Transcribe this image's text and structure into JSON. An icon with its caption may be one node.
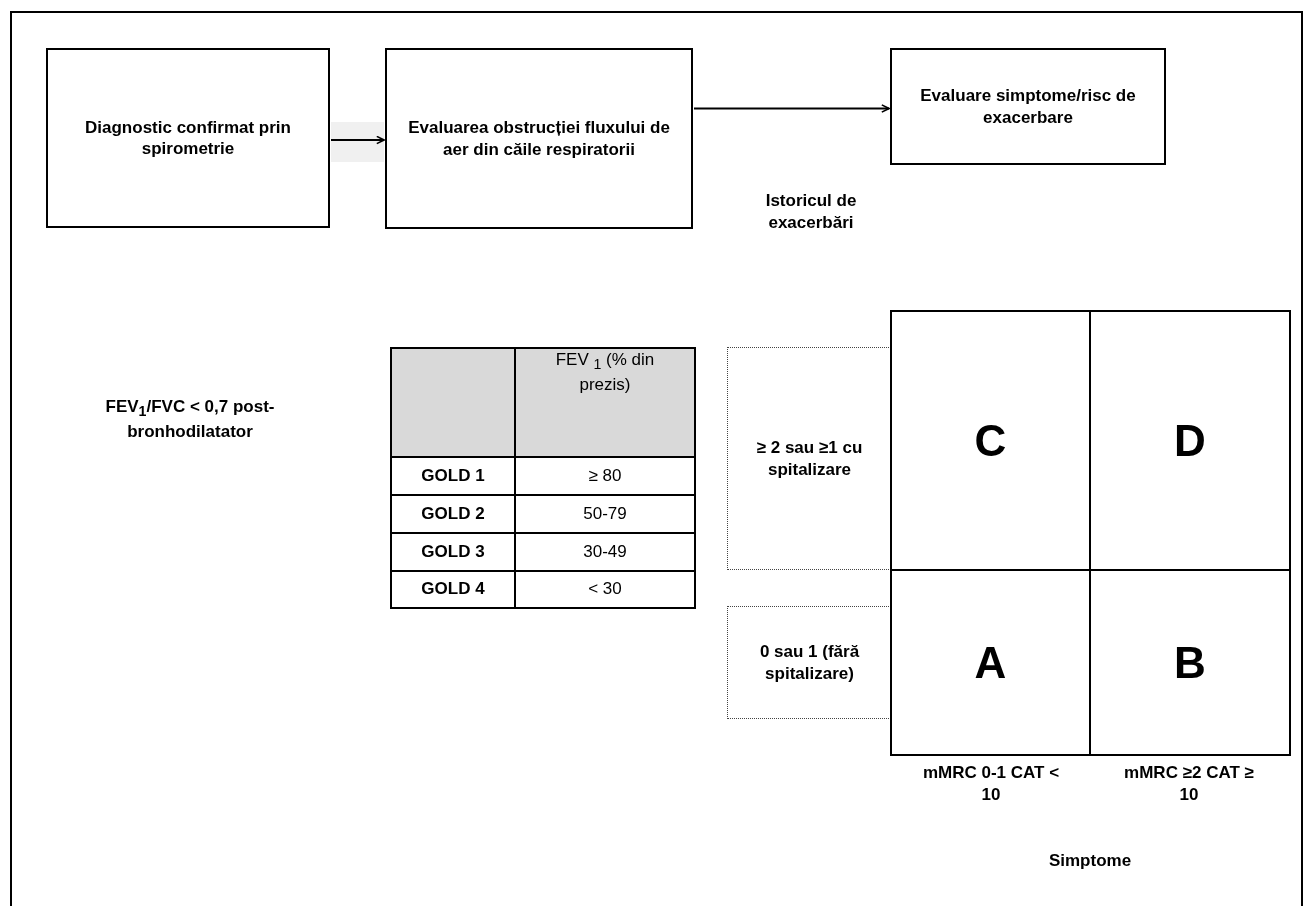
{
  "diagram": {
    "nodes": [
      {
        "text": [
          "Diagnostic confirmat prin spirometrie"
        ]
      },
      {
        "text": [
          "Evaluarea obstrucției fluxului de aer din căile respiratorii"
        ]
      },
      {
        "text": [
          "Evaluare simptome/risc de exacerbare"
        ]
      },
      {
        "text": [
          "≥ 2 sau ≥1 cu spitalizare"
        ]
      },
      {
        "text": [
          "0 sau 1 (fără spitalizare)"
        ]
      },
      {
        "text": [
          "C"
        ]
      },
      {
        "text": [
          "D"
        ]
      },
      {
        "text": [
          "A"
        ]
      },
      {
        "text": [
          "B"
        ]
      }
    ],
    "edges": [
      {
        "from": 0,
        "to": 1,
        "arrow": "to"
      },
      {
        "from": 1,
        "to": 2,
        "arrow": "to"
      }
    ],
    "labels": [
      "FEV$_{1}$/FVC < 0,7 post-bronhodilatator",
      "FEV $_{1}$ (% din prezis)",
      "GOLD 1",
      "≥ 80",
      "GOLD 2",
      "50-79",
      "GOLD 3",
      "30-49",
      "GOLD 4",
      "< 30",
      "Istoricul de exacerbări",
      "mMRC 0-1 CAT < 10",
      "mMRC ≥2 CAT ≥ 10",
      "Simptome"
    ]
  }
}
